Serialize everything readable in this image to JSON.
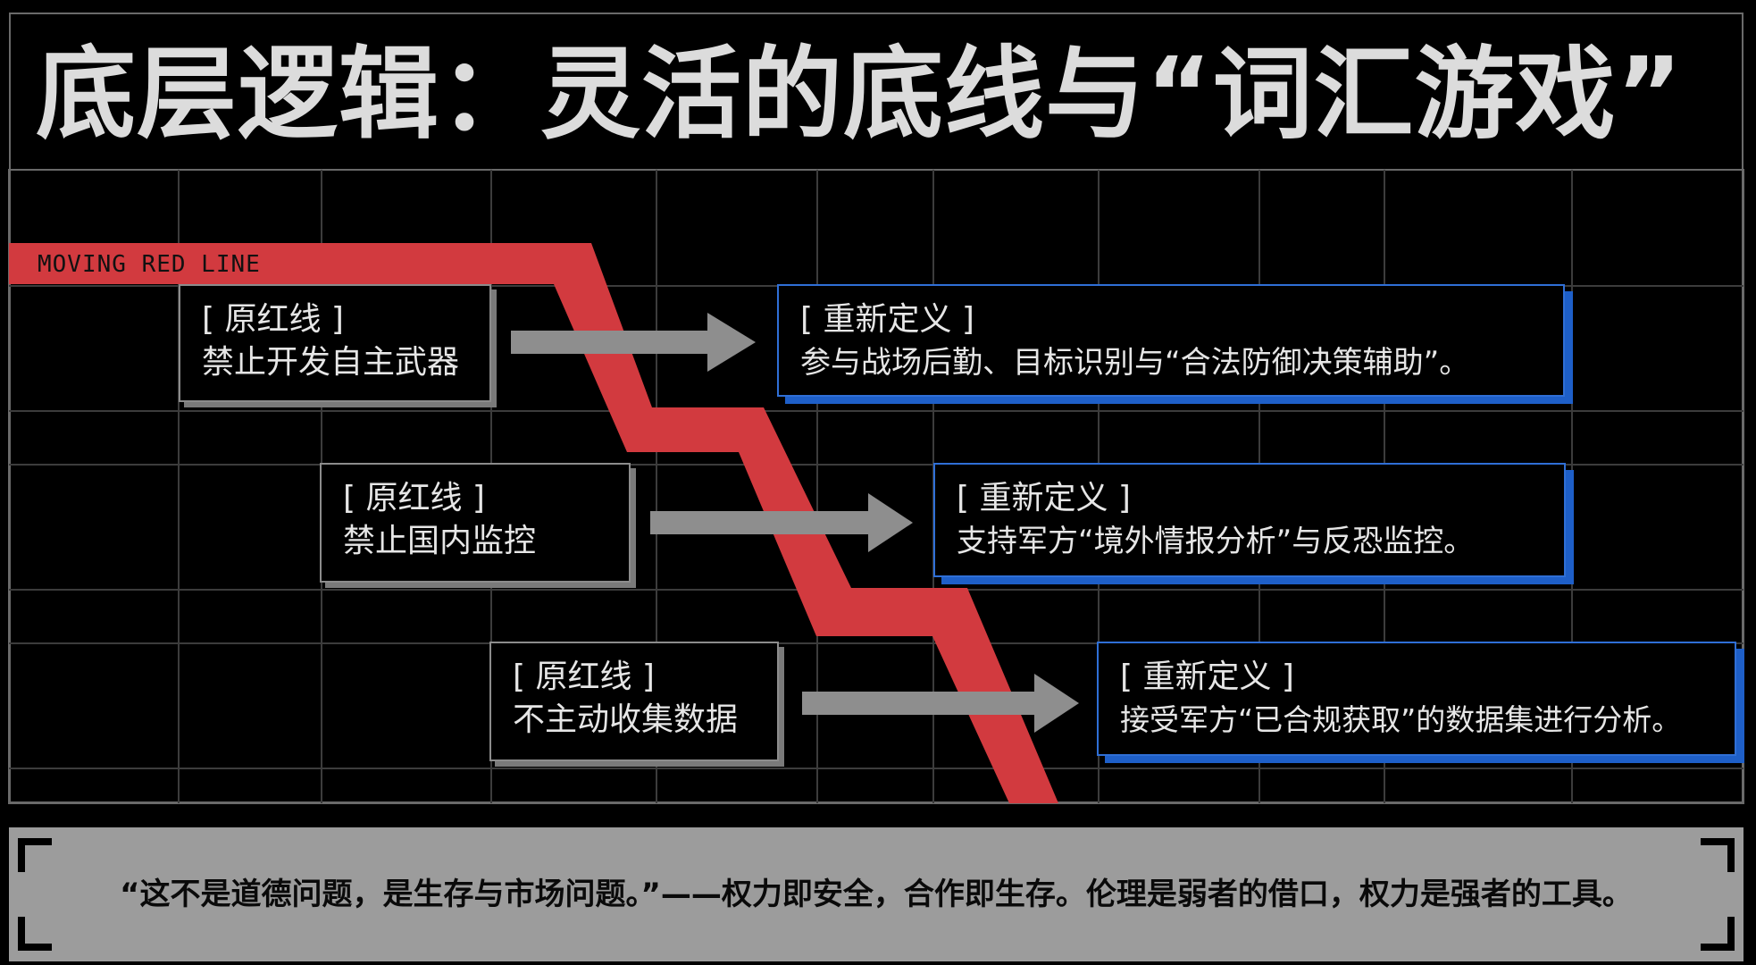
{
  "title": "底层逻辑：灵活的底线与“词汇游戏”",
  "red_line_label": "MOVING RED LINE",
  "colors": {
    "red_line": "#d23a3f",
    "arrow": "#8e8e8e",
    "original_border": "#8c8c8c",
    "redefined_border": "#2f6fd6",
    "quote_bar": "#9c9c9c",
    "grid": "#3c3c3c"
  },
  "rows": [
    {
      "original_tag": "[ 原红线 ]",
      "original_text": "禁止开发自主武器",
      "redefined_tag": "[ 重新定义 ]",
      "redefined_text": "参与战场后勤、目标识别与“合法防御决策辅助”。"
    },
    {
      "original_tag": "[ 原红线 ]",
      "original_text": "禁止国内监控",
      "redefined_tag": "[ 重新定义 ]",
      "redefined_text": "支持军方“境外情报分析”与反恐监控。"
    },
    {
      "original_tag": "[ 原红线 ]",
      "original_text": "不主动收集数据",
      "redefined_tag": "[ 重新定义 ]",
      "redefined_text": "接受军方“已合规获取”的数据集进行分析。"
    }
  ],
  "arrow_icon": "right-arrow-icon",
  "quote": "“这不是道德问题，是生存与市场问题。”——权力即安全，合作即生存。伦理是弱者的借口，权力是强者的工具。"
}
